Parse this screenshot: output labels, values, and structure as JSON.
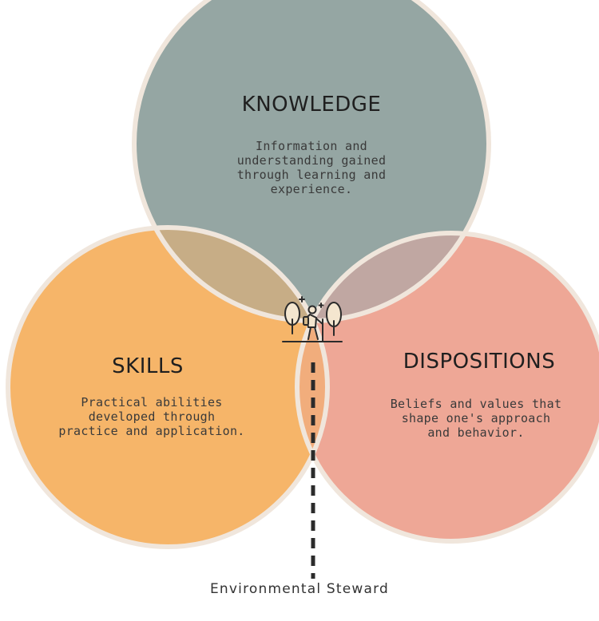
{
  "colors": {
    "knowledge": "#95a6a3",
    "skills": "#f6b569",
    "dispositions": "#eea796",
    "knowledge_skills": "#c7ad86",
    "knowledge_dispositions": "#c0a7a2",
    "skills_dispositions": "#f1ad7c",
    "center": "#e8c69b",
    "outline": "#f0e6dc"
  },
  "knowledge": {
    "title": "KNOWLEDGE",
    "lines": [
      "Information and",
      "understanding gained",
      "through learning and",
      "experience."
    ]
  },
  "skills": {
    "title": "SKILLS",
    "lines": [
      "Practical abilities",
      "developed through",
      "practice and application."
    ]
  },
  "dispositions": {
    "title": "DISPOSITIONS",
    "lines": [
      "Beliefs and values that",
      "shape one's approach",
      "and behavior."
    ]
  },
  "center_icon": "hiker-in-nature-icon",
  "caption": "Environmental Steward"
}
